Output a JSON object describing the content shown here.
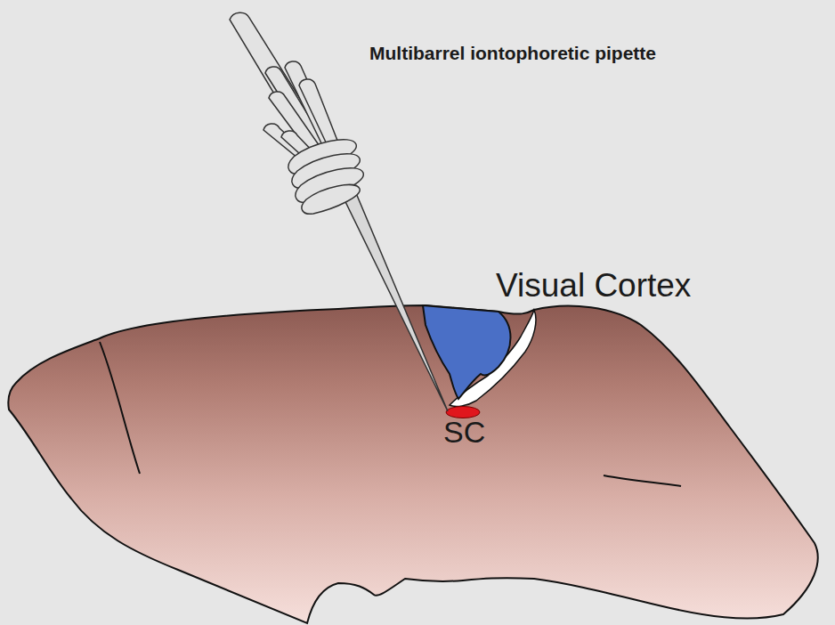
{
  "diagram": {
    "labels": [
      "Multibarrel iontophoretic pipette",
      "Visual Cortex",
      "SC"
    ]
  }
}
